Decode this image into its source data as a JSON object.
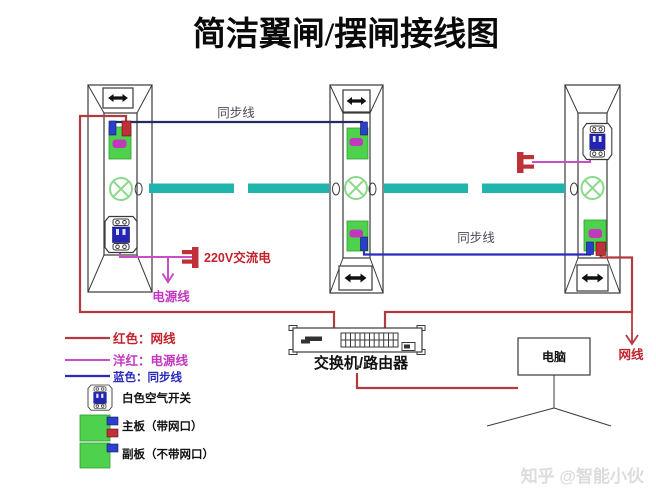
{
  "title": "简洁翼闸/摆闸接线图",
  "wiring": {
    "sync_label_top": "同步线",
    "sync_label_right": "同步线",
    "ac_supply_label": "220V交流电",
    "power_line_label": "电源线",
    "network_line_label": "网线"
  },
  "devices": {
    "switch_router_label": "交换机/路由器",
    "computer_label": "电脑"
  },
  "legend": {
    "red_network": "红色：网线",
    "magenta_power": "洋红：电源线",
    "blue_sync": "蓝色：同步线",
    "air_switch": "白色空气开关",
    "main_board": "主板（带网口）",
    "sub_board": "副板（不带网口）"
  },
  "colors": {
    "network_wire": "#b23b42",
    "power_wire": "#c84fc8",
    "sync_wire_dark": "#232a64",
    "sync_wire_bright": "#2a2abe",
    "gate_arm_teal": "#1fb5ad",
    "board_green": "#4ed24e",
    "board_connector_magenta": "#c238bc",
    "network_port_blue": "#2a3fd0",
    "network_port_red": "#c03038",
    "breaker_blue": "#2424b4",
    "label_red": "#c2232d",
    "label_magenta": "#c238c2"
  },
  "watermark": "知乎 @智能小伙"
}
